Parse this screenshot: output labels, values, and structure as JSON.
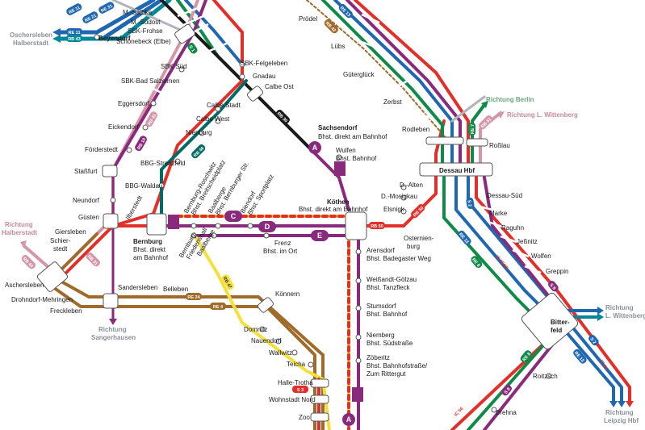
{
  "stations": {
    "salbke": "M.-Salbke",
    "suedost": "M.-Südost",
    "sbkfrohse": "SBK-Frohse",
    "schoenebeck": "Schönebeck (Elbe)",
    "beyendorf": "Beyendorf",
    "sbksued": "SBK Süd",
    "sbkfelgeleben": "SBK-Felgeleben",
    "gnadau": "Gnadau",
    "sbksalzelmen": "SBK-Bad Salzelmen",
    "calbeost": "Calbe Ost",
    "eggersdorf": "Eggersdorf",
    "calbestadt": "Calbe Stadt",
    "calbewest": "Calbe West",
    "eickendorf": "Eickendorf",
    "nienburg": "Nienburg",
    "sachsendorf": "Sachsendorf",
    "sachsendorf2": "Bhst. direkt am Bahnhof",
    "foerderstedt": "Förderstedt",
    "wulfen": "Wulfen",
    "wulfen2": "Bhst. Bahnhof",
    "bbgstrenzfeld": "BBG-Strenzfeld",
    "stassfurt": "Staßfurt",
    "bbgwaldau": "BBG-Waldau",
    "neundorf": "Neundorf",
    "koethen": "Köthen",
    "koethen2": "Bhst. direkt am Bahnhof",
    "guesten": "Güsten",
    "ilberstedt": "Ilberstedt",
    "bernburg": "Bernburg",
    "bernburg2": "Bhst. direkt",
    "bernburg3": "am Bahnhof",
    "bernroschwitz": "Bernburg-Roschwitz",
    "bernroschwitz2": "Bhst. Breitscheidplatz",
    "baalberge": "Baalberge",
    "baalberge2": "Bhst. Bernburger Str.",
    "biendorf": "Biendorf",
    "biendorf2": "Bhst. Sportplatz",
    "giersleben": "Giersleben",
    "schierstedt": "Schier-",
    "schierstedt2": "stedt",
    "bernfried": "Bernburg-",
    "bernfried2": "Friedenshall",
    "baalberge3": "Baalberge",
    "frenz": "Frenz",
    "frenz2": "Bhst. im Ort",
    "arensdorf": "Arensdorf",
    "arensdorf2": "Bhst. Badegaster Weg",
    "aschersleben": "Aschersleben",
    "sandersleben": "Sandersleben",
    "drohndorf": "Drohndorf-Mehringen",
    "belleben": "Belleben",
    "freckleben": "Freckleben",
    "koennern": "Könnern",
    "weisstgoelzau": "Weißandt-Gölzau",
    "weisstgoelzau2": "Bhst. Tanzfleck",
    "domnitz": "Domnitz",
    "nauendorf": "Nauendorf",
    "stumsdorf": "Stumsdorf",
    "stumsdorf2": "Bhst. Bahnhof",
    "wallwitz": "Wallwitz",
    "niemberg": "Niemberg",
    "niemberg2": "Bhst. Südstraße",
    "teicha": "Teicha",
    "zoeberitz": "Zöberitz",
    "zoeberitz2": "Bhst. Bahnhofstraße/",
    "zoeberitz3": "Zum Rittergut",
    "halletrotha": "Halle-Trotha",
    "wohnstadt": "Wohnstadt Nord",
    "zoo": "Zoo",
    "proedel": "Prödel",
    "luebs": "Lübs",
    "gueterglueck": "Güterglück",
    "zerbst": "Zerbst",
    "rodleben": "Rodleben",
    "rosslau": "Roßlau",
    "dessau": "Dessau Hbf",
    "dalten": "D.-Alten",
    "dmosigkau": "D.-Mosigkau",
    "elsnigk": "Elsnigk",
    "dessausued": "Dessau-Süd",
    "marke": "Marke",
    "raguhn": "Raguhn",
    "osternienburg": "Osternien-",
    "osternienburg2": "burg",
    "jessnitz": "Jeßnitz",
    "wolfen": "Wolfen",
    "greppin": "Greppin",
    "bitterfeld": "Bitter-",
    "bitterfeld2": "feld",
    "roitzsch": "Roitzsch",
    "brehna": "Brehna"
  },
  "directions": {
    "oschersleben": "Oschersleben",
    "halberstadt1": "Halberstadt",
    "halberstadt_r": "Richtung",
    "halberstadt2": "Halberstadt",
    "sangerhausen_r": "Richtung",
    "sangerhausen": "Sangerhausen",
    "berlin": "Richtung Berlin",
    "lwittenberg": "Richtung L. Wittenberg",
    "lwittenberg2_r": "Richtung",
    "lwittenberg2": "L. Wittenberg",
    "leipzig_r": "Richtung",
    "leipzig": "Leipzig Hbf"
  },
  "line_labels": {
    "re11a": "RE 11",
    "re21": "RE 21",
    "re31": "RE 31",
    "re11b": "RE 11",
    "rb43": "RB 43",
    "s1": "S 1",
    "rb30": "RB 30",
    "rb41": "RB 41",
    "rb10": "RB 10",
    "rb46": "RB 46",
    "rb50a": "RB 50",
    "rb50b": "RB 50",
    "rb44": "RB 44",
    "rb31": "RB 31",
    "re24": "RE 24",
    "re4": "RE 4",
    "rb47": "RB 47",
    "s3": "S 3",
    "rb42": "RB 42",
    "re13a": "RE 13",
    "re7": "RE 7",
    "rb51": "RB 51",
    "s2a": "S 2",
    "re13b": "RE 13",
    "ic5556a": "IC 55/56",
    "re8a": "RE 8",
    "s8": "S 8",
    "s2b": "S 2",
    "re13c": "RE 13",
    "ic55": "IC 55",
    "re8b": "RE 8",
    "s8b": "S 8",
    "ic56": "IC 56"
  },
  "bus_lines": {
    "a": "A",
    "c": "C",
    "d": "D",
    "e": "E",
    "a2": "A"
  },
  "colors": {
    "re_blue": "#1f67b1",
    "teal": "#00879a",
    "green": "#0f8a48",
    "red": "#e32f2a",
    "pink": "#d596a8",
    "purple": "#8a2a7d",
    "brown": "#a06a2a",
    "yellow": "#f3e03d",
    "darkteal": "#006a64",
    "grey": "#8a8f99"
  }
}
